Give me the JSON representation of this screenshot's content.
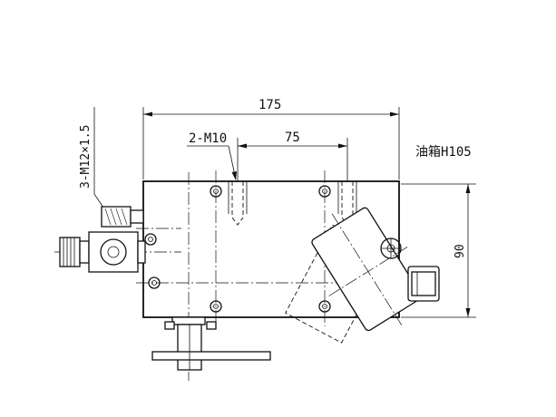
{
  "dimensions": {
    "overall_width": "175",
    "hole_spacing": "75",
    "height": "90",
    "thread_holes": "2-M10",
    "ports": "3-M12×1.5"
  },
  "notes": {
    "tank": "油箱H105"
  }
}
